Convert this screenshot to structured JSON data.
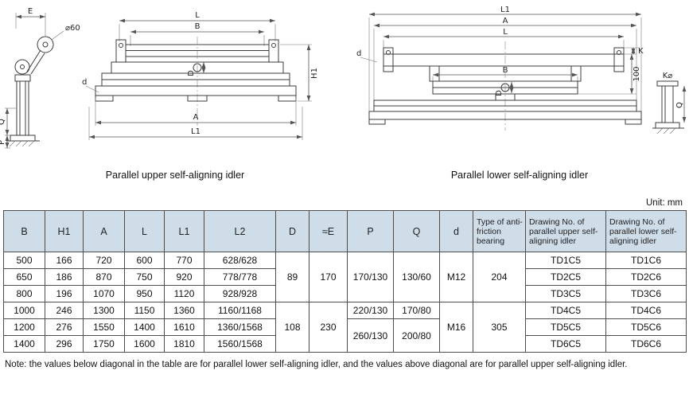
{
  "unit_label": "Unit: mm",
  "diagrams": {
    "upper": {
      "caption": "Parallel upper self-aligning idler",
      "labels": {
        "E": "E",
        "dia60": "⌀60",
        "L": "L",
        "B": "B",
        "D": "D",
        "H1": "H1",
        "d": "d",
        "A": "A",
        "L1": "L1",
        "Q": "Q",
        "P": "P"
      }
    },
    "lower": {
      "caption": "Parallel lower self-aligning idler",
      "labels": {
        "L1": "L1",
        "A": "A",
        "L": "L",
        "B": "B",
        "D": "D",
        "K": "K",
        "h100": "100",
        "d": "d",
        "KD": "K⌀",
        "Q": "Q"
      }
    }
  },
  "table": {
    "headers": [
      "B",
      "H1",
      "A",
      "L",
      "L1",
      "L2",
      "D",
      "≈E",
      "P",
      "Q",
      "d",
      "Type of anti-friction bearing",
      "Drawing No. of parallel upper self-aligning idler",
      "Drawing No. of parallel lower self-aligning idler"
    ],
    "rows": [
      [
        {
          "t": "500"
        },
        {
          "t": "166"
        },
        {
          "t": "720"
        },
        {
          "t": "600"
        },
        {
          "t": "770"
        },
        {
          "t": "628/628"
        },
        {
          "t": "89",
          "rs": 3
        },
        {
          "t": "170",
          "rs": 3
        },
        {
          "t": "170/130",
          "rs": 3
        },
        {
          "t": "130/60",
          "rs": 3
        },
        {
          "t": "M12",
          "rs": 3
        },
        {
          "t": "204",
          "rs": 3
        },
        {
          "t": "TD1C5"
        },
        {
          "t": "TD1C6"
        }
      ],
      [
        {
          "t": "650"
        },
        {
          "t": "186"
        },
        {
          "t": "870"
        },
        {
          "t": "750"
        },
        {
          "t": "920"
        },
        {
          "t": "778/778"
        },
        {
          "t": "TD2C5"
        },
        {
          "t": "TD2C6"
        }
      ],
      [
        {
          "t": "800"
        },
        {
          "t": "196"
        },
        {
          "t": "1070"
        },
        {
          "t": "950"
        },
        {
          "t": "1120"
        },
        {
          "t": "928/928"
        },
        {
          "t": "TD3C5"
        },
        {
          "t": "TD3C6"
        }
      ],
      [
        {
          "t": "1000"
        },
        {
          "t": "246"
        },
        {
          "t": "1300"
        },
        {
          "t": "1150"
        },
        {
          "t": "1360"
        },
        {
          "t": "1160/1168"
        },
        {
          "t": "108",
          "rs": 3
        },
        {
          "t": "230",
          "rs": 3
        },
        {
          "t": "220/130"
        },
        {
          "t": "170/80"
        },
        {
          "t": "M16",
          "rs": 3
        },
        {
          "t": "305",
          "rs": 3
        },
        {
          "t": "TD4C5"
        },
        {
          "t": "TD4C6"
        }
      ],
      [
        {
          "t": "1200"
        },
        {
          "t": "276"
        },
        {
          "t": "1550"
        },
        {
          "t": "1400"
        },
        {
          "t": "1610"
        },
        {
          "t": "1360/1568"
        },
        {
          "t": "260/130",
          "rs": 2
        },
        {
          "t": "200/80",
          "rs": 2
        },
        {
          "t": "TD5C5"
        },
        {
          "t": "TD5C6"
        }
      ],
      [
        {
          "t": "1400"
        },
        {
          "t": "296"
        },
        {
          "t": "1750"
        },
        {
          "t": "1600"
        },
        {
          "t": "1810"
        },
        {
          "t": "1560/1568"
        },
        {
          "t": "TD6C5"
        },
        {
          "t": "TD6C6"
        }
      ]
    ]
  },
  "note": "Note: the values below diagonal in the table are for parallel lower self-aligning idler, and the values above diagonal are for parallel upper self-aligning idler."
}
